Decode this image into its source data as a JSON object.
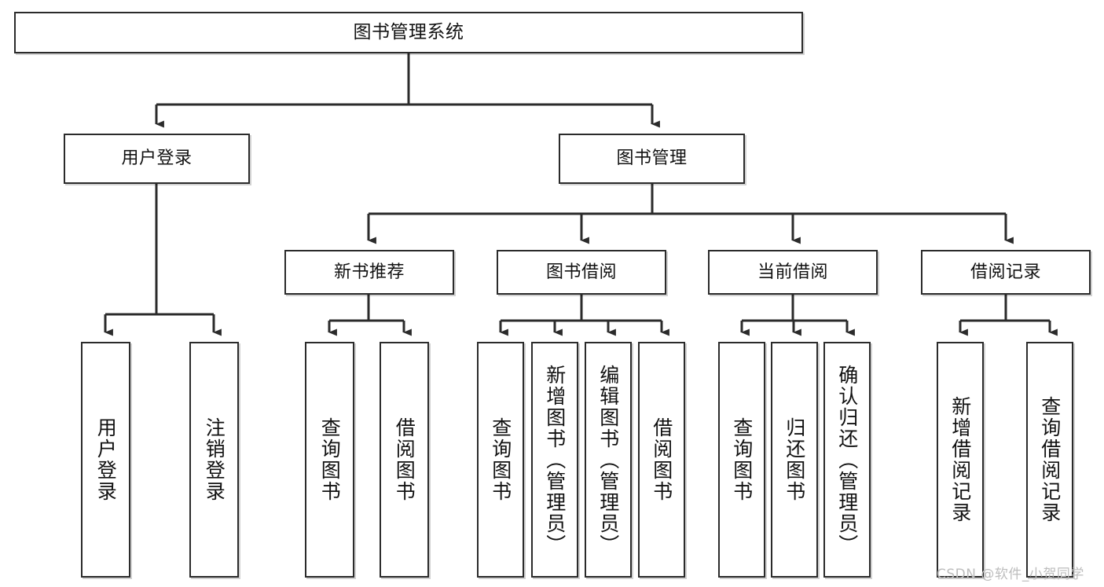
{
  "diagram": {
    "title": "图书管理系统",
    "type": "tree",
    "watermark": "CSDN @软件_小贺同学",
    "colors": {
      "box_border": "#2b2b2b",
      "box_fill": "#ffffff",
      "edge": "#2b2b2b",
      "text": "#111111",
      "watermark": "#bdbdbd",
      "background": "#ffffff"
    },
    "nodes": {
      "root": {
        "label": "图书管理系统"
      },
      "level2": [
        {
          "id": "user-login",
          "label": "用户登录"
        },
        {
          "id": "book-manage",
          "label": "图书管理"
        }
      ],
      "level3": [
        {
          "id": "new-book-recommend",
          "label": "新书推荐"
        },
        {
          "id": "book-borrow",
          "label": "图书借阅"
        },
        {
          "id": "current-borrow",
          "label": "当前借阅"
        },
        {
          "id": "borrow-record",
          "label": "借阅记录"
        }
      ],
      "leaves": {
        "user_login": [
          {
            "id": "leaf-user-login",
            "label": "用户登录"
          },
          {
            "id": "leaf-logout-login",
            "label": "注销登录"
          }
        ],
        "new_book_recommend": [
          {
            "id": "leaf-query-book-1",
            "label": "查询图书"
          },
          {
            "id": "leaf-borrow-book-1",
            "label": "借阅图书"
          }
        ],
        "book_borrow": [
          {
            "id": "leaf-query-book-2",
            "label": "查询图书"
          },
          {
            "id": "leaf-add-book-admin",
            "label": "新增图书（管理员）"
          },
          {
            "id": "leaf-edit-book-admin",
            "label": "编辑图书（管理员）"
          },
          {
            "id": "leaf-borrow-book-2",
            "label": "借阅图书"
          }
        ],
        "current_borrow": [
          {
            "id": "leaf-query-book-3",
            "label": "查询图书"
          },
          {
            "id": "leaf-return-book",
            "label": "归还图书"
          },
          {
            "id": "leaf-confirm-return-admin",
            "label": "确认归还（管理员）"
          }
        ],
        "borrow_record": [
          {
            "id": "leaf-add-borrow-record",
            "label": "新增借阅记录"
          },
          {
            "id": "leaf-query-borrow-record",
            "label": "查询借阅记录"
          }
        ]
      }
    }
  }
}
